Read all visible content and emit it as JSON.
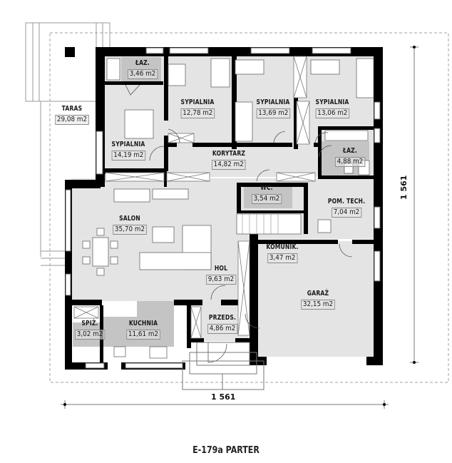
{
  "plan": {
    "title": "E-179a PARTER",
    "dimensions": {
      "width_label": "1 561",
      "height_label": "1 561"
    },
    "colors": {
      "wall": "#000000",
      "floor": "#e4e4e4",
      "wet_floor": "#c4c4c4",
      "outline_dashed": "#9a9a9a",
      "label_box": "#8a8a8a"
    }
  },
  "rooms": [
    {
      "name": "TARAS",
      "area": "29,08 m2"
    },
    {
      "name": "ŁAZ.",
      "area": "3,46 m2"
    },
    {
      "name": "SYPIALNIA",
      "area": "12,78 m2"
    },
    {
      "name": "SYPIALNIA",
      "area": "13,69 m2"
    },
    {
      "name": "SYPIALNIA",
      "area": "13,06 m2"
    },
    {
      "name": "SYPIALNIA",
      "area": "14,19 m2"
    },
    {
      "name": "KORYTARZ",
      "area": "14,82 m2"
    },
    {
      "name": "ŁAZ.",
      "area": "4,88 m2"
    },
    {
      "name": "WC.",
      "area": "3,54 m2"
    },
    {
      "name": "POM. TECH.",
      "area": "7,04 m2"
    },
    {
      "name": "SALON",
      "area": "35,70 m2"
    },
    {
      "name": "KOMUNIK.",
      "area": "3,47 m2"
    },
    {
      "name": "HOL",
      "area": "9,63 m2"
    },
    {
      "name": "GARAŻ",
      "area": "32,15 m2"
    },
    {
      "name": "SPIŻ.",
      "area": "3,02 m2"
    },
    {
      "name": "KUCHNIA",
      "area": "11,61 m2"
    },
    {
      "name": "PRZEDS.",
      "area": "4,86 m2"
    }
  ]
}
